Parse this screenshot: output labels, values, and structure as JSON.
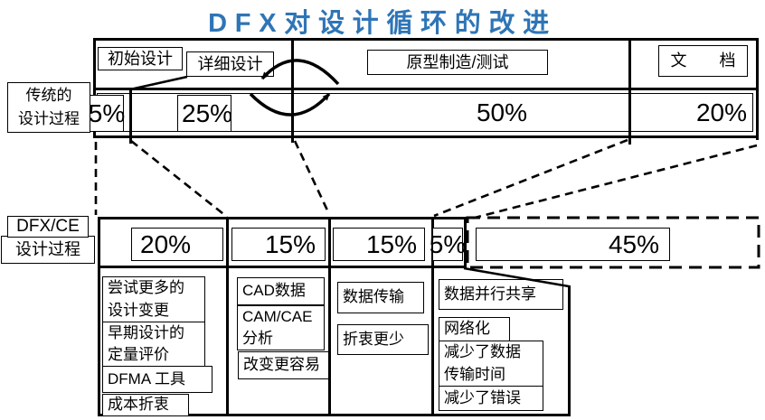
{
  "title": {
    "text": "DFX对设计循环的改进",
    "color": "#2E75B6"
  },
  "traditional": {
    "label_line1": "传统的",
    "label_line2": "设计过程",
    "headers": [
      {
        "label": "初始设计"
      },
      {
        "label": "详细设计"
      },
      {
        "label": "原型制造/测试"
      },
      {
        "label": "文　　档"
      }
    ],
    "percents": [
      "5%",
      "25%",
      "50%",
      "20%"
    ]
  },
  "dfx": {
    "label_line1": "DFX/CE",
    "label_line2": "设计过程",
    "percents": [
      "20%",
      "15%",
      "15%",
      "5%"
    ],
    "saved_percent": "45%"
  },
  "notes": {
    "initial_design": [
      "尝试更多的\n设计变更",
      "早期设计的\n定量评价",
      "DFMA 工具",
      "成本折衷"
    ],
    "detailed_design": [
      "CAD数据",
      "CAM/CAE\n分析",
      "改变更容易"
    ],
    "prototype_test": [
      "数据传输",
      "折衷更少"
    ],
    "documentation": [
      "数据并行共享",
      "网络化",
      "减少了数据\n传输时间",
      "减少了错误"
    ]
  },
  "colors": {
    "background": "#FFFFFF",
    "line": "#000000",
    "title": "#2E75B6"
  }
}
